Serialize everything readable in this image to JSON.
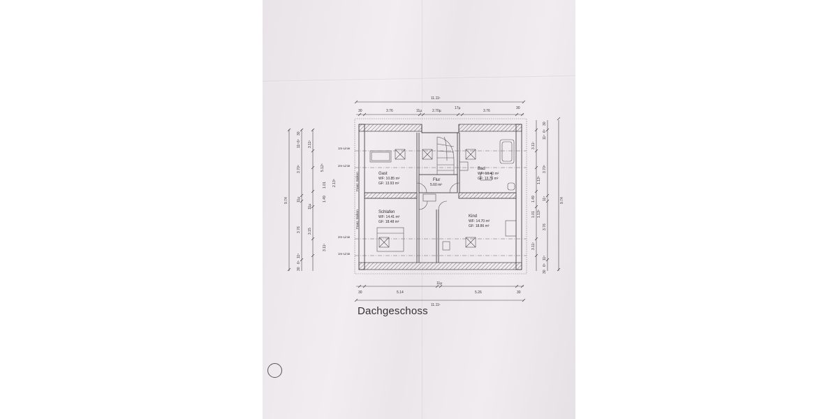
{
  "title": "Dachgeschoss",
  "dimensions": {
    "top_total": "11.11¹",
    "top_segments": [
      "30",
      "3.76",
      "11µ",
      "2.70µ",
      "17µ",
      "3.76",
      "30"
    ],
    "bottom_segments": [
      "30",
      "5.14",
      "11µ",
      "5.26",
      "30"
    ],
    "bottom_total": "11.11¹",
    "left_outer": "9.74",
    "left_mid": [
      "3.70⁵",
      "11µ",
      "3.76"
    ],
    "left_inner": [
      "3.11¹",
      "5.12⁵",
      "1.01",
      "2.13⁵",
      "1.49",
      "11µ",
      "3.15",
      "3.11¹"
    ],
    "left_small": [
      "30",
      "6⁵",
      "11⁵",
      "30",
      "6⁵",
      "11⁵"
    ],
    "right_outer": "9.74",
    "right_inner": [
      "3.11¹",
      "3.70⁵",
      "1.13⁵",
      "1.49",
      "11⁵",
      "1.01",
      "1.13⁵",
      "3.76",
      "3.11¹"
    ],
    "right_small": [
      "30",
      "6⁵",
      "11⁵",
      "30",
      "6⁵",
      "11⁵"
    ]
  },
  "rooms": [
    {
      "name": "Gast",
      "wf": "WF: 10.85 m²",
      "gf": "GF: 13.93 m²"
    },
    {
      "name": "Bad",
      "wf": "WF: 10.40 m²",
      "gf": "GF: 13.76 m²"
    },
    {
      "name": "Flur",
      "area": "5.60 m²"
    },
    {
      "name": "Schlafen",
      "wf": "WF: 14.41 m²",
      "gf": "GF: 18.48 m²"
    },
    {
      "name": "Kind",
      "wf": "WF: 14.70 m²",
      "gf": "GF: 18.86 m²"
    }
  ],
  "line_labels": {
    "m1_top": "1m-Linie",
    "m2_top": "2m-Linie",
    "m2_bottom": "2m-Linie",
    "m1_bottom": "1m-Linie",
    "french_balcony_top": "Franz. Balkon",
    "french_balcony_bottom": "Franz. Balkon"
  }
}
